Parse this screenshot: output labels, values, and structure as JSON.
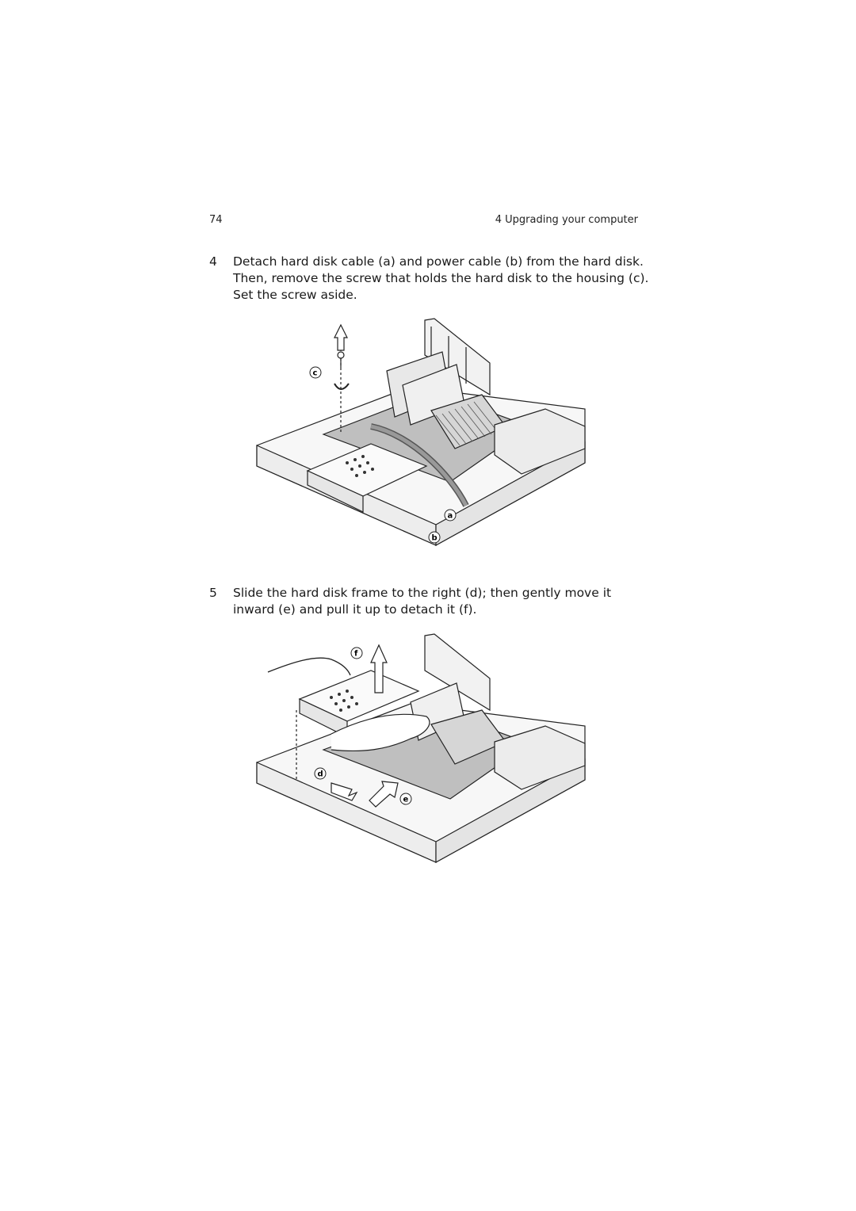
{
  "header": {
    "page_number": "74",
    "chapter_title": "4 Upgrading your computer"
  },
  "steps": [
    {
      "number": "4",
      "text": "Detach hard disk cable (a) and power cable (b) from the hard disk. Then, remove the screw that holds the hard disk to the housing (c). Set the screw aside.",
      "figure_labels": [
        "a",
        "b",
        "c"
      ]
    },
    {
      "number": "5",
      "text": "Slide the hard disk frame to the right (d); then gently move it inward (e) and pull it up to detach it  (f).",
      "figure_labels": [
        "d",
        "e",
        "f"
      ]
    }
  ]
}
